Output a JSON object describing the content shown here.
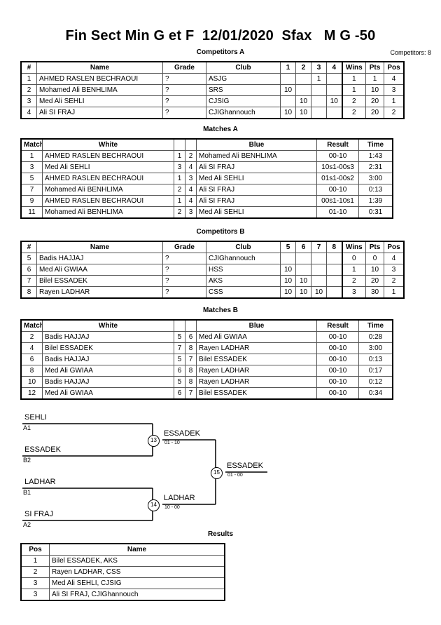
{
  "header": {
    "title": "Fin Sect Min G et F  12/01/2020  Sfax   M G -50",
    "competitors_label": "Competitors: 8"
  },
  "sections": {
    "competitors_a": "Competitors A",
    "matches_a": "Matches A",
    "competitors_b": "Competitors B",
    "matches_b": "Matches B",
    "results": "Results"
  },
  "competitors_a": {
    "columns": [
      "#",
      "Name",
      "Grade",
      "Club",
      "1",
      "2",
      "3",
      "4",
      "Wins",
      "Pts",
      "Pos"
    ],
    "rows": [
      {
        "num": "1",
        "name": "AHMED RASLEN BECHRAOUI",
        "grade": "?",
        "club": "ASJG",
        "m1": "",
        "m2": "",
        "m3": "1",
        "m4": "",
        "wins": "1",
        "pts": "1",
        "pos": "4"
      },
      {
        "num": "2",
        "name": "Mohamed Ali BENHLIMA",
        "grade": "?",
        "club": "SRS",
        "m1": "10",
        "m2": "",
        "m3": "",
        "m4": "",
        "wins": "1",
        "pts": "10",
        "pos": "3"
      },
      {
        "num": "3",
        "name": "Med Ali SEHLI",
        "grade": "?",
        "club": "CJSIG",
        "m1": "",
        "m2": "10",
        "m3": "",
        "m4": "10",
        "wins": "2",
        "pts": "20",
        "pos": "1"
      },
      {
        "num": "4",
        "name": "Ali SI FRAJ",
        "grade": "?",
        "club": "CJIGhannouch",
        "m1": "10",
        "m2": "10",
        "m3": "",
        "m4": "",
        "wins": "2",
        "pts": "20",
        "pos": "2"
      }
    ]
  },
  "matches_a": {
    "columns": [
      "Match",
      "White",
      "",
      "",
      "Blue",
      "Result",
      "Time"
    ],
    "rows": [
      {
        "match": "1",
        "white": "AHMED RASLEN BECHRAOUI",
        "wnum": "1",
        "bnum": "2",
        "blue": "Mohamed Ali BENHLIMA",
        "result": "00-10",
        "time": "1:43"
      },
      {
        "match": "3",
        "white": "Med Ali SEHLI",
        "wnum": "3",
        "bnum": "4",
        "blue": "Ali SI FRAJ",
        "result": "10s1-00s3",
        "time": "2:31"
      },
      {
        "match": "5",
        "white": "AHMED RASLEN BECHRAOUI",
        "wnum": "1",
        "bnum": "3",
        "blue": "Med Ali SEHLI",
        "result": "01s1-00s2",
        "time": "3:00"
      },
      {
        "match": "7",
        "white": "Mohamed Ali BENHLIMA",
        "wnum": "2",
        "bnum": "4",
        "blue": "Ali SI FRAJ",
        "result": "00-10",
        "time": "0:13"
      },
      {
        "match": "9",
        "white": "AHMED RASLEN BECHRAOUI",
        "wnum": "1",
        "bnum": "4",
        "blue": "Ali SI FRAJ",
        "result": "00s1-10s1",
        "time": "1:39"
      },
      {
        "match": "11",
        "white": "Mohamed Ali BENHLIMA",
        "wnum": "2",
        "bnum": "3",
        "blue": "Med Ali SEHLI",
        "result": "01-10",
        "time": "0:31"
      }
    ]
  },
  "competitors_b": {
    "columns": [
      "#",
      "Name",
      "Grade",
      "Club",
      "5",
      "6",
      "7",
      "8",
      "Wins",
      "Pts",
      "Pos"
    ],
    "rows": [
      {
        "num": "5",
        "name": "Badis HAJJAJ",
        "grade": "?",
        "club": "CJIGhannouch",
        "m1": "",
        "m2": "",
        "m3": "",
        "m4": "",
        "wins": "0",
        "pts": "0",
        "pos": "4"
      },
      {
        "num": "6",
        "name": "Med Ali GWIAA",
        "grade": "?",
        "club": "HSS",
        "m1": "10",
        "m2": "",
        "m3": "",
        "m4": "",
        "wins": "1",
        "pts": "10",
        "pos": "3"
      },
      {
        "num": "7",
        "name": "Bilel ESSADEK",
        "grade": "?",
        "club": "AKS",
        "m1": "10",
        "m2": "10",
        "m3": "",
        "m4": "",
        "wins": "2",
        "pts": "20",
        "pos": "2"
      },
      {
        "num": "8",
        "name": "Rayen LADHAR",
        "grade": "?",
        "club": "CSS",
        "m1": "10",
        "m2": "10",
        "m3": "10",
        "m4": "",
        "wins": "3",
        "pts": "30",
        "pos": "1"
      }
    ]
  },
  "matches_b": {
    "columns": [
      "Match",
      "White",
      "",
      "",
      "Blue",
      "Result",
      "Time"
    ],
    "rows": [
      {
        "match": "2",
        "white": "Badis HAJJAJ",
        "wnum": "5",
        "bnum": "6",
        "blue": "Med Ali GWIAA",
        "result": "00-10",
        "time": "0:28"
      },
      {
        "match": "4",
        "white": "Bilel ESSADEK",
        "wnum": "7",
        "bnum": "8",
        "blue": "Rayen LADHAR",
        "result": "00-10",
        "time": "3:00"
      },
      {
        "match": "6",
        "white": "Badis HAJJAJ",
        "wnum": "5",
        "bnum": "7",
        "blue": "Bilel ESSADEK",
        "result": "00-10",
        "time": "0:13"
      },
      {
        "match": "8",
        "white": "Med Ali GWIAA",
        "wnum": "6",
        "bnum": "8",
        "blue": "Rayen LADHAR",
        "result": "00-10",
        "time": "0:17"
      },
      {
        "match": "10",
        "white": "Badis HAJJAJ",
        "wnum": "5",
        "bnum": "8",
        "blue": "Rayen LADHAR",
        "result": "00-10",
        "time": "0:12"
      },
      {
        "match": "12",
        "white": "Med Ali GWIAA",
        "wnum": "6",
        "bnum": "7",
        "blue": "Bilel ESSADEK",
        "result": "00-10",
        "time": "0:34"
      }
    ]
  },
  "bracket": {
    "entrants": [
      {
        "name": "SEHLI",
        "seed": "A1"
      },
      {
        "name": "ESSADEK",
        "seed": "B2"
      },
      {
        "name": "LADHAR",
        "seed": "B1"
      },
      {
        "name": "SI FRAJ",
        "seed": "A2"
      }
    ],
    "nodes": [
      {
        "id": "13",
        "winner": "ESSADEK",
        "score": "01 - 10"
      },
      {
        "id": "14",
        "winner": "LADHAR",
        "score": "10 - 00"
      },
      {
        "id": "15",
        "winner": "ESSADEK",
        "score": "01 - 00"
      }
    ]
  },
  "results": {
    "columns": [
      "Pos",
      "Name"
    ],
    "rows": [
      {
        "pos": "1",
        "name": "Bilel ESSADEK, AKS"
      },
      {
        "pos": "2",
        "name": "Rayen LADHAR, CSS"
      },
      {
        "pos": "3",
        "name": "Med Ali SEHLI, CJSIG"
      },
      {
        "pos": "3",
        "name": "Ali SI FRAJ, CJIGhannouch"
      }
    ]
  }
}
